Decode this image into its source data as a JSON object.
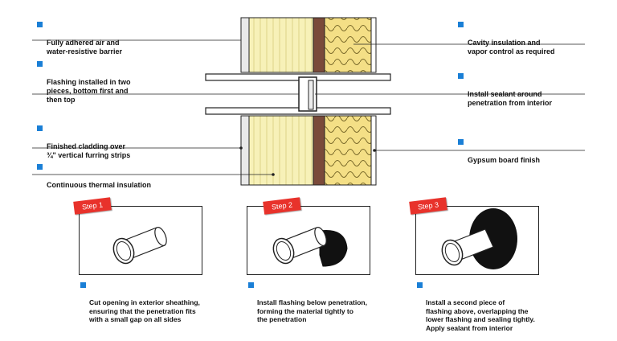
{
  "callouts_left": [
    {
      "text": "Fully adhered air and\nwater-resistive barrier"
    },
    {
      "text": "Flashing installed in two\npieces, bottom first and\nthen top"
    },
    {
      "text": "Finished cladding over\n¾\" vertical furring strips"
    },
    {
      "text": "Continuous thermal insulation"
    }
  ],
  "callouts_right": [
    {
      "text": "Cavity insulation and\nvapor control as required"
    },
    {
      "text": "Install sealant around\npenetration from interior"
    },
    {
      "text": "Gypsum board finish"
    }
  ],
  "steps": [
    {
      "tag": "Step 1",
      "caption": "Cut opening in exterior sheathing,\nensuring that the penetration fits\nwith a small gap on all sides"
    },
    {
      "tag": "Step 2",
      "caption": "Install flashing below penetration,\nforming the material tightly to\nthe penetration"
    },
    {
      "tag": "Step 3",
      "caption": "Install a second piece of\nflashing above, overlapping the\nlower flashing and sealing tightly.\nApply sealant from interior"
    }
  ],
  "colors": {
    "bullet": "#1a7fd6",
    "tag": "#e8322b",
    "insulation": "#f7f1b8",
    "cavity": "#f4df86"
  }
}
